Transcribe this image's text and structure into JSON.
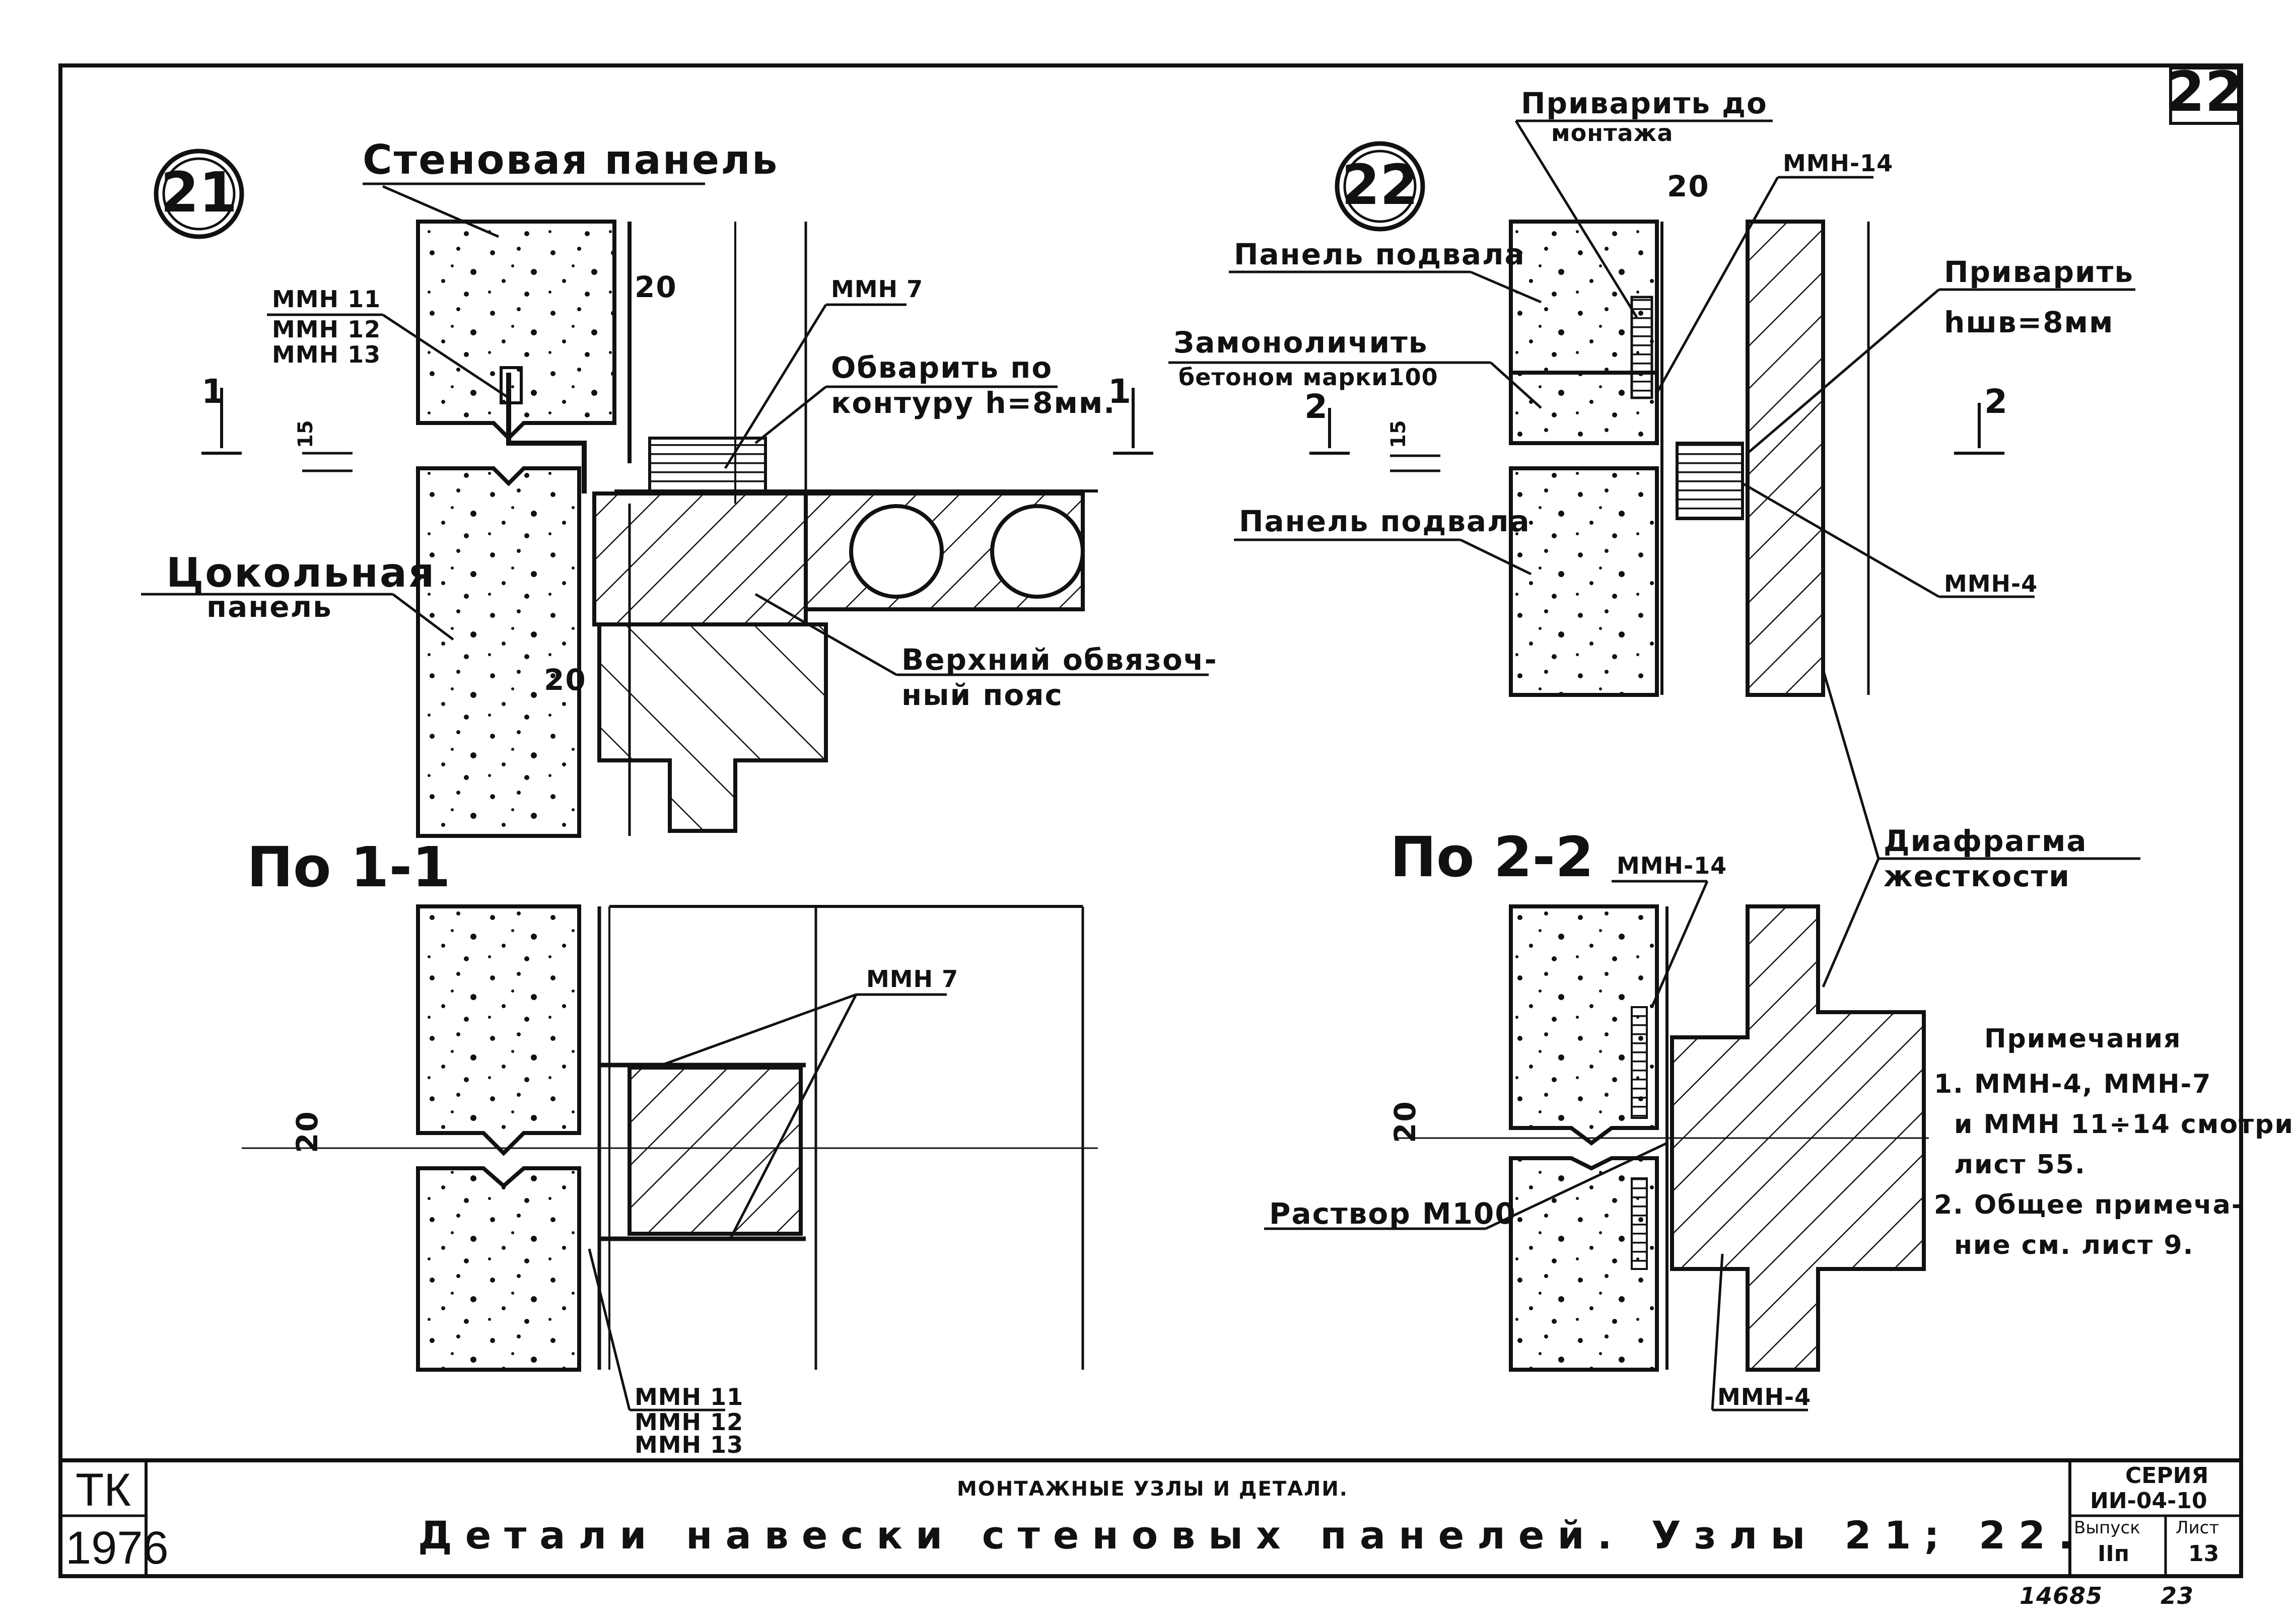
{
  "sheet": {
    "sheet_number": "22",
    "footnote_left": "14685",
    "footnote_right": "23"
  },
  "detail21": {
    "node_number": "21",
    "label_wall_panel": "Стеновая панель",
    "label_mmn_11": "ММН 11",
    "label_mmn_12": "ММН 12",
    "label_mmn_13": "ММН 13",
    "dim_20_top": "20",
    "label_mmn7": "ММН 7",
    "label_weld_1": "Обварить по",
    "label_weld_2": "контуру h=8мм.",
    "section_mark_left": "1",
    "section_mark_right": "1",
    "dim_15": "15",
    "label_plinth_1": "Цокольная",
    "label_plinth_2": "панель",
    "dim_20_mid": "20",
    "label_belt_1": "Верхний обвязоч-",
    "label_belt_2": "ный пояс"
  },
  "section11": {
    "caption": "По 1-1",
    "label_mmn7": "ММН 7",
    "dim_20": "20",
    "label_mmn_11": "ММН 11",
    "label_mmn_12": "ММН 12",
    "label_mmn_13": "ММН 13"
  },
  "detail22": {
    "node_number": "22",
    "label_weld_before_1": "Приварить до",
    "label_weld_before_2": "монтажа",
    "dim_20": "20",
    "label_mmn14": "ММН-14",
    "label_basement_panel_top": "Панель подвала",
    "label_weld_1": "Приварить",
    "label_weld_2": "hшв=8мм",
    "label_concrete_1": "Замоноличить",
    "label_concrete_2": "бетоном марки100",
    "section_mark_left": "2",
    "section_mark_right": "2",
    "dim_15": "15",
    "label_basement_panel_bottom": "Панель подвала",
    "label_mmn4": "ММН-4"
  },
  "section22": {
    "caption": "По 2-2",
    "label_mmn14": "ММН-14",
    "label_diaphragm_1": "Диафрагма",
    "label_diaphragm_2": "жесткости",
    "dim_20": "20",
    "label_mortar": "Раствор М100",
    "label_mmn4": "ММН-4"
  },
  "notes": {
    "heading": "Примечания",
    "line1": "1. ММН-4, ММН-7",
    "line2": "и ММН 11÷14 смотри",
    "line3": "лист 55.",
    "line4": "2. Общее примеча-",
    "line5": "ние см. лист 9."
  },
  "title_block": {
    "org_code": "ТК",
    "year": "1976",
    "subtitle": "МОНТАЖНЫЕ УЗЛЫ И ДЕТАЛИ.",
    "title": "Детали навески стеновых панелей. Узлы 21; 22.",
    "series_label": "СЕРИЯ",
    "series_value": "ИИ-04-10",
    "issue_label": "Выпуск",
    "issue_value": "IIп",
    "sheet_label": "Лист",
    "sheet_value": "13"
  }
}
